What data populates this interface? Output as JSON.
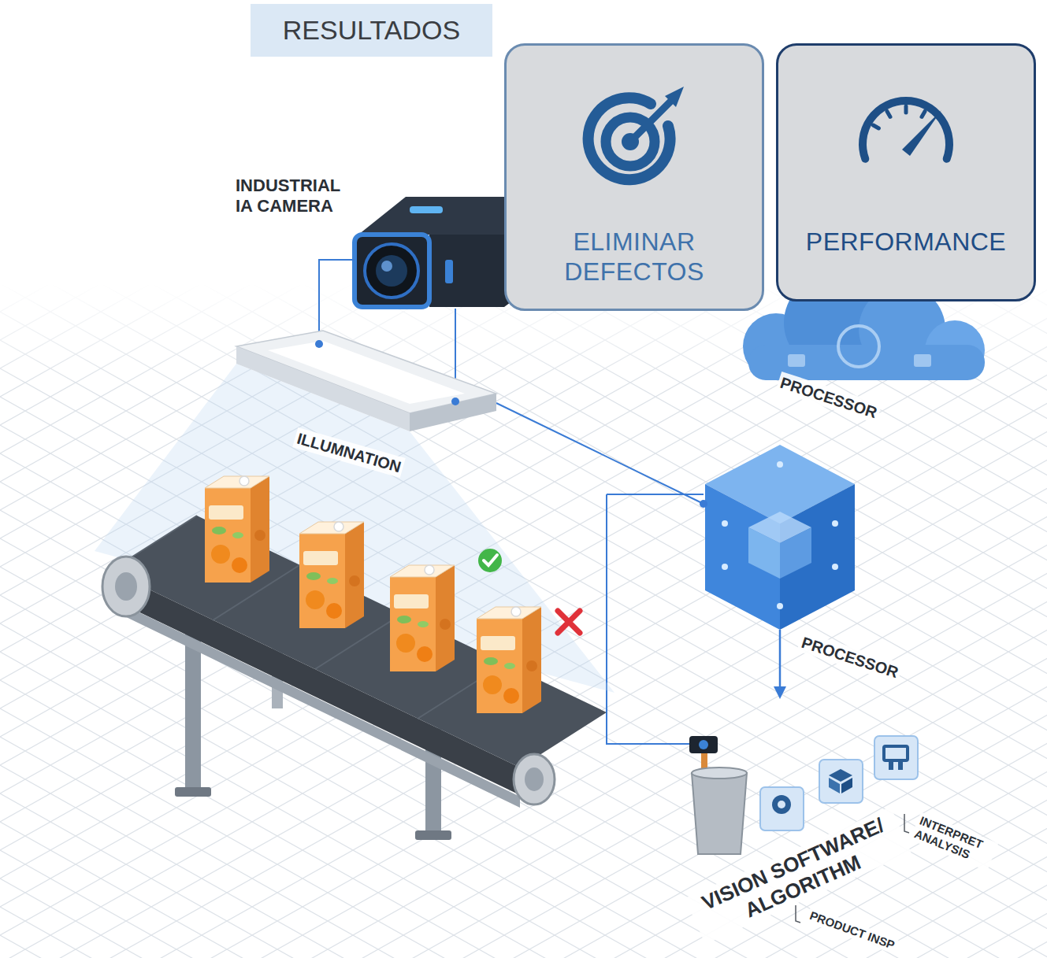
{
  "diagram": {
    "title": "RESULTADOS",
    "nodes": [
      {
        "text": [
          "ELIMINAR DEFECTOS"
        ]
      },
      {
        "text": [
          "PERFORMANCE"
        ]
      }
    ],
    "labels": [
      "INDUSTRIAL IA CAMERA",
      "ILLUMNATION",
      "PROCESSOR",
      "PROCESSOR",
      "VISION SOFTWARE/ ALGORITHM",
      "INTERPRET ANALYSIS",
      "PRODUCT INSP"
    ]
  }
}
